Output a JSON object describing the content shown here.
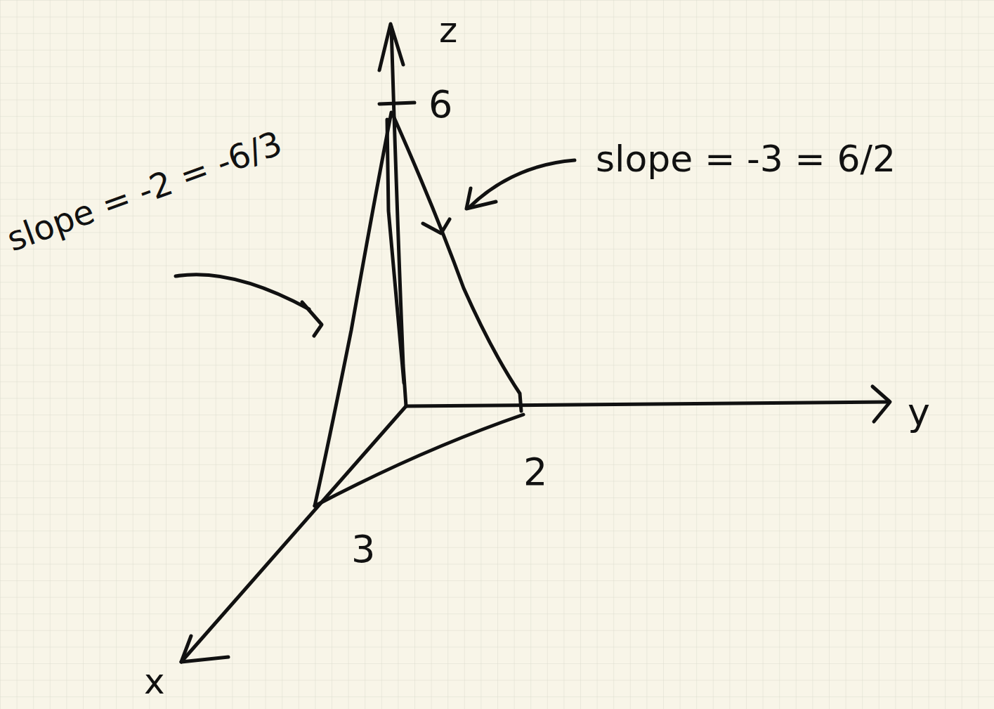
{
  "diagram": {
    "labels": [
      "z",
      "6",
      "slope = -2 = -6/3",
      "slope = -3 = 6/2",
      "y",
      "2",
      "3",
      "x"
    ]
  }
}
